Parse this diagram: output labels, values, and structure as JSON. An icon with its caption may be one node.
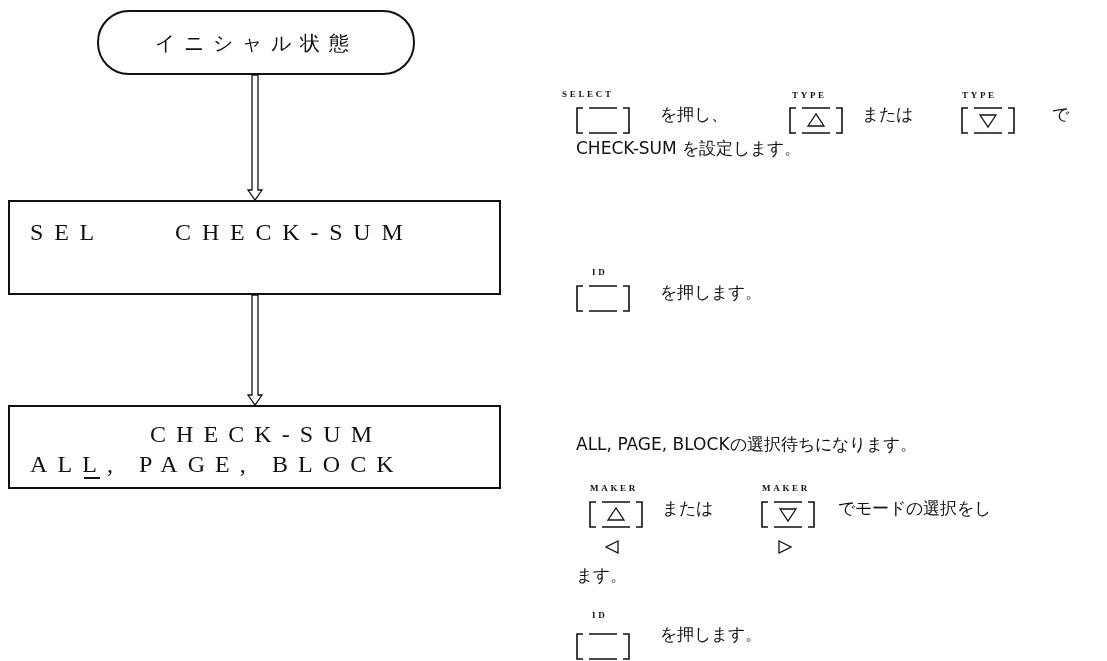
{
  "diagram": {
    "nodes": [
      {
        "text": [
          "イニシャル状態"
        ]
      },
      {
        "text": [
          "SEL",
          "CHECK-SUM"
        ]
      },
      {
        "text": [
          "CHECK-SUM",
          "ALL, PAGE, BLOCK"
        ]
      }
    ],
    "edges": [
      {
        "from": 0,
        "to": 1,
        "arrow": "to"
      },
      {
        "from": 1,
        "to": 2,
        "arrow": "to"
      }
    ],
    "labels": [
      "SELECT",
      "TYPE",
      "TYPE",
      "を押し、",
      "または",
      "で",
      "CHECK-SUM を設定します。",
      "ID",
      "を押します。",
      "ALL, PAGE, BLOCKの選択待ちになります。",
      "MAKER",
      "MAKER",
      "または",
      "でモードの選択をし",
      "ます。",
      "ID",
      "を押します。"
    ]
  }
}
